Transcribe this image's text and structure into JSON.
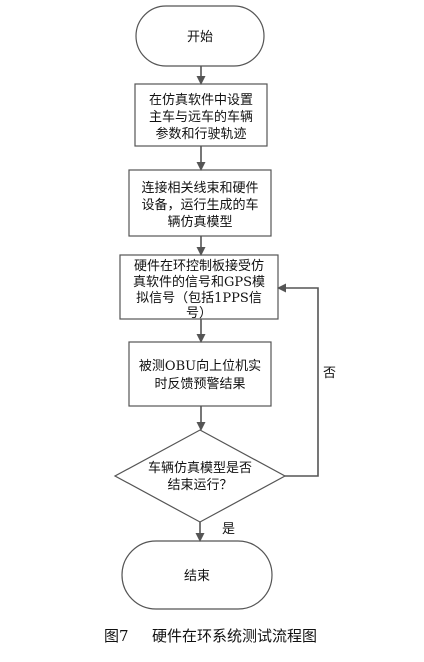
{
  "diagram": {
    "nodes": {
      "start": {
        "text": "开始",
        "shape": "terminal"
      },
      "step1": {
        "lines": [
          "在仿真软件中设置",
          "主车与远车的车辆",
          "参数和行驶轨迹"
        ],
        "shape": "process"
      },
      "step2": {
        "lines": [
          "连接相关线束和硬件",
          "设备，运行生成的车",
          "辆仿真模型"
        ],
        "shape": "process"
      },
      "step3": {
        "lines": [
          "硬件在环控制板接受仿",
          "真软件的信号和GPS模",
          "拟信号（包括1PPS信",
          "号）"
        ],
        "shape": "process"
      },
      "step4": {
        "lines": [
          "被测OBU向上位机实",
          "时反馈预警结果"
        ],
        "shape": "process"
      },
      "decision": {
        "lines": [
          "车辆仿真模型是否",
          "结束运行？"
        ],
        "shape": "decision"
      },
      "end": {
        "text": "结束",
        "shape": "terminal"
      }
    },
    "edge_labels": {
      "no": "否",
      "yes": "是"
    },
    "caption": {
      "figure": "图7",
      "title": "硬件在环系统测试流程图"
    },
    "colors": {
      "stroke": "#555555",
      "fill": "#ffffff",
      "text": "#111111"
    }
  }
}
